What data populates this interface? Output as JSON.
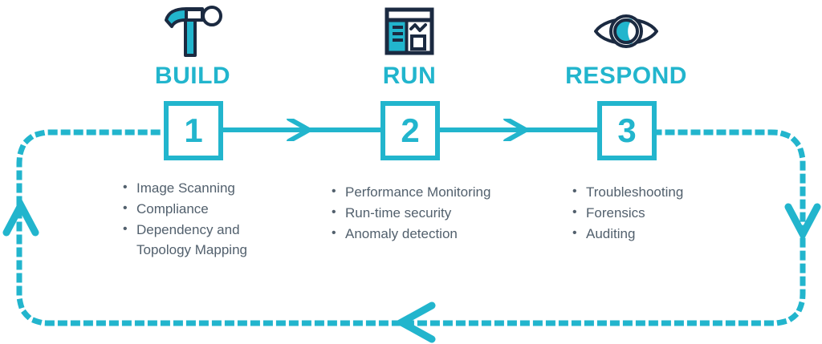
{
  "diagram": {
    "title": "Build Run Respond lifecycle",
    "colors": {
      "accent": "#22b5cd",
      "icon_dark": "#1b2a41",
      "text": "#52606d",
      "background": "#ffffff"
    }
  },
  "stages": [
    {
      "number": "1",
      "title": "BUILD",
      "icon": "hammer-icon",
      "bullets": [
        "Image Scanning",
        "Compliance",
        "Dependency and Topology Mapping"
      ]
    },
    {
      "number": "2",
      "title": "RUN",
      "icon": "dashboard-icon",
      "bullets": [
        "Performance Monitoring",
        "Run-time security",
        "Anomaly detection"
      ]
    },
    {
      "number": "3",
      "title": "RESPOND",
      "icon": "eye-icon",
      "bullets": [
        "Troubleshooting",
        "Forensics",
        "Auditing"
      ]
    }
  ],
  "connectors": [
    {
      "name": "arrow-build-to-run",
      "direction": "right"
    },
    {
      "name": "arrow-run-to-respond",
      "direction": "right"
    }
  ],
  "feedback_loop": {
    "style": "dotted",
    "color": "#22b5cd",
    "arrows": [
      {
        "name": "loop-arrow-left-up",
        "direction": "up"
      },
      {
        "name": "loop-arrow-right-down",
        "direction": "down"
      },
      {
        "name": "loop-arrow-bottom-left",
        "direction": "left"
      }
    ]
  }
}
